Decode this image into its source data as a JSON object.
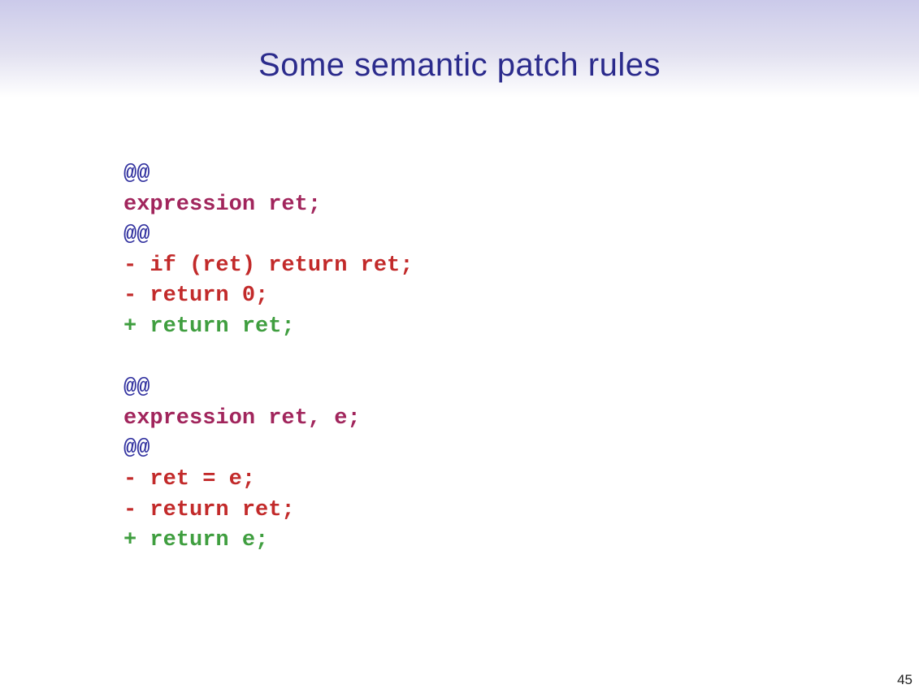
{
  "slide": {
    "title": "Some semantic patch rules",
    "page_number": "45",
    "colors": {
      "header_gradient_top": "#cbcaea",
      "title": "#2b2b8c",
      "at": "#3333a0",
      "decl": "#a1255c",
      "minus": "#c22a2a",
      "plus": "#3f9e3f",
      "page_number": "#222222"
    },
    "code_blocks": [
      {
        "name": "rule-1",
        "lines": [
          {
            "text": "@@",
            "type": "at"
          },
          {
            "text": "expression ret;",
            "type": "decl"
          },
          {
            "text": "@@",
            "type": "at"
          },
          {
            "text": "- if (ret) return ret;",
            "type": "minus"
          },
          {
            "text": "- return 0;",
            "type": "minus"
          },
          {
            "text": "+ return ret;",
            "type": "plus"
          }
        ]
      },
      {
        "name": "rule-2",
        "lines": [
          {
            "text": "@@",
            "type": "at"
          },
          {
            "text": "expression ret, e;",
            "type": "decl"
          },
          {
            "text": "@@",
            "type": "at"
          },
          {
            "text": "- ret = e;",
            "type": "minus"
          },
          {
            "text": "- return ret;",
            "type": "minus"
          },
          {
            "text": "+ return e;",
            "type": "plus"
          }
        ]
      }
    ]
  }
}
